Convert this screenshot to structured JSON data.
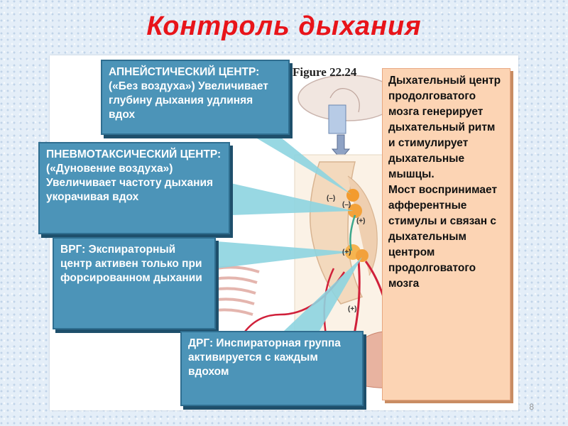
{
  "title": "Контроль дыхания",
  "figure_label": "Figure 22.24",
  "boxes": {
    "apneustic": "АПНЕЙСТИЧЕСКИЙ ЦЕНТР: («Без воздуха») Увеличивает глубину дыхания удлиняя вдох",
    "pneumotaxic": "ПНЕВМОТАКСИЧЕСКИЙ ЦЕНТР: («Дуновение воздуха») Увеличивает частоту дыхания укорачивая вдох",
    "vrg": "ВРГ: Экспираторный центр активен только при форсированном дыхании",
    "drg": "ДРГ: Инспираторная группа активируется с каждым вдохом",
    "medulla_p1": "Дыхательный центр продолговатого мозга генерирует дыхательный ритм и стимулирует дыхательные мышцы.",
    "medulla_p2": "Мост воспринимает афферентные стимулы и связан с дыхательным центром продолговатого мозга"
  },
  "signs": {
    "minus1": "(–)",
    "minus2": "(–)",
    "plus1": "(+)",
    "plus2": "(+)",
    "plus3": "(+)"
  },
  "page_number": "8",
  "colors": {
    "title": "#e8141a",
    "blue_box": "#4c94b8",
    "orange_box": "#fcd4b4"
  }
}
